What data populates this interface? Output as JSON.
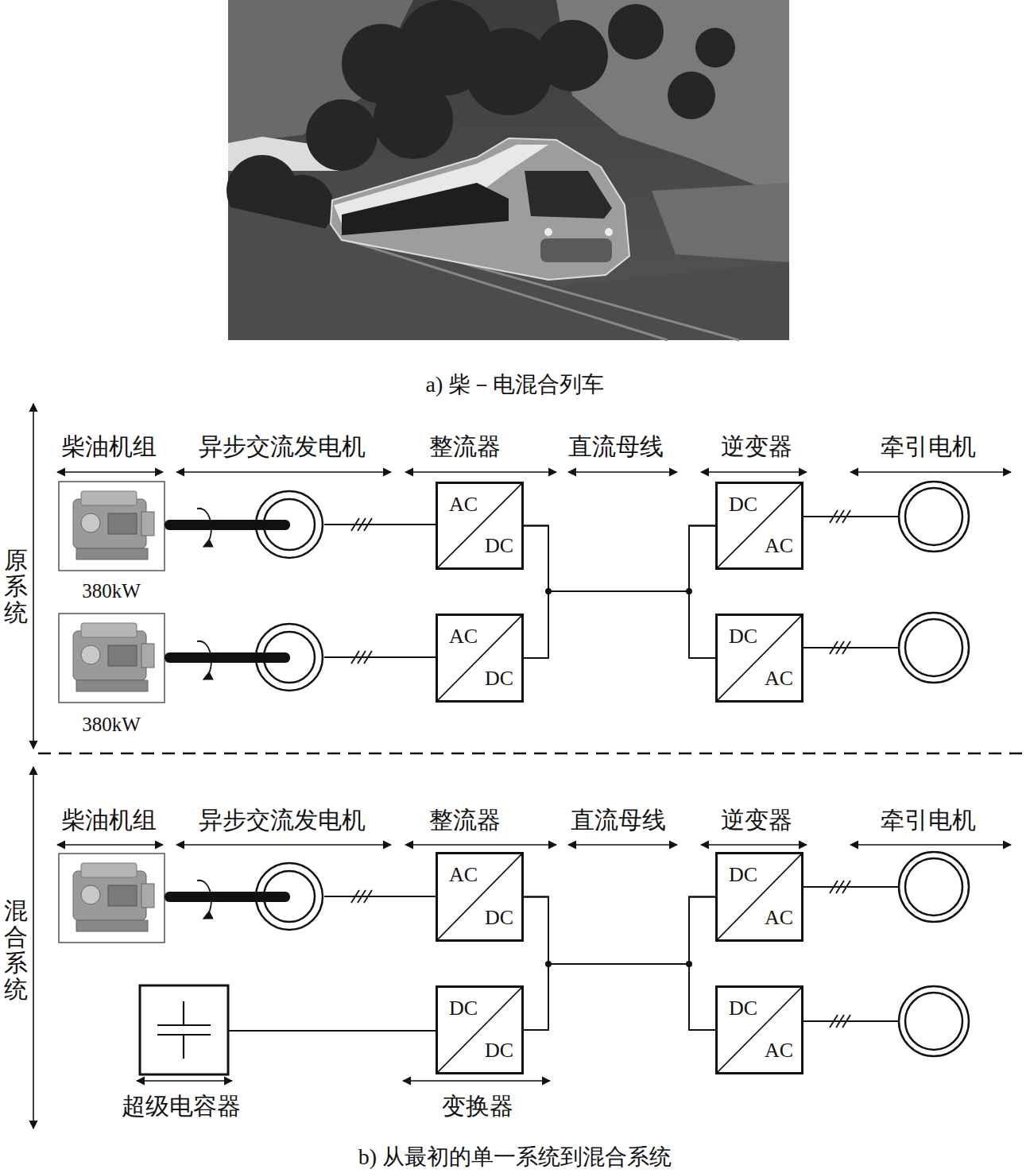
{
  "diagram": {
    "caption": "b) 从最初的单一系统到混合系统",
    "nodes": [
      {
        "text": [
          "AC",
          "DC"
        ]
      },
      {
        "text": [
          "DC",
          "AC"
        ]
      },
      {
        "text": [
          "AC",
          "DC"
        ]
      },
      {
        "text": [
          "DC",
          "AC"
        ]
      },
      {
        "text": [
          "AC",
          "DC"
        ]
      },
      {
        "text": [
          "DC",
          "AC"
        ]
      },
      {
        "text": [
          "DC",
          "DC"
        ]
      },
      {
        "text": [
          "DC",
          "AC"
        ]
      }
    ],
    "edges": [
      {
        "from": 0,
        "to": 1,
        "arrow": "none"
      },
      {
        "from": 0,
        "to": 3,
        "arrow": "none"
      },
      {
        "from": 2,
        "to": 1,
        "arrow": "none"
      },
      {
        "from": 2,
        "to": 3,
        "arrow": "none"
      },
      {
        "from": 4,
        "to": 5,
        "arrow": "none"
      },
      {
        "from": 4,
        "to": 7,
        "arrow": "none"
      },
      {
        "from": 6,
        "to": 5,
        "arrow": "none"
      },
      {
        "from": 6,
        "to": 7,
        "arrow": "none"
      }
    ],
    "labels": [
      "a) 柴－电混合列车",
      "柴油机组",
      "异步交流发电机",
      "整流器",
      "直流母线",
      "逆变器",
      "牵引电机",
      "380kW",
      "380kW",
      "原系统",
      "柴油机组",
      "异步交流发电机",
      "整流器",
      "直流母线",
      "逆变器",
      "牵引电机",
      "混合系统",
      "超级电容器",
      "变换器"
    ]
  }
}
